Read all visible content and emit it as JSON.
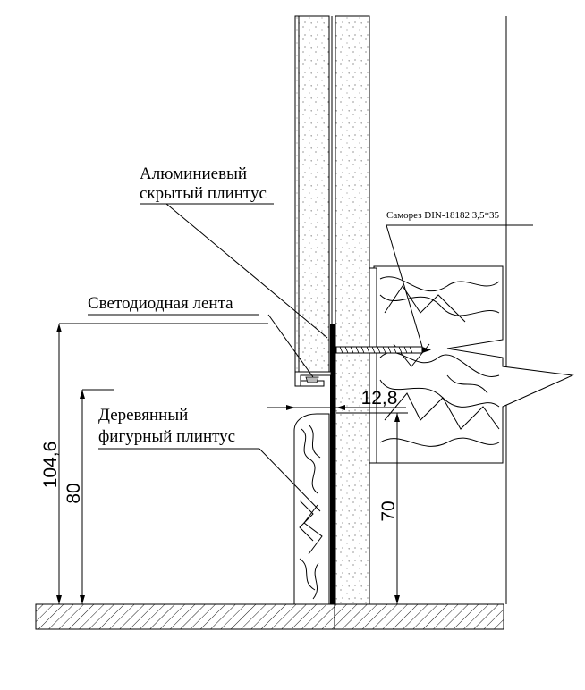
{
  "labels": {
    "aluminum_line1": "Алюминиевый",
    "aluminum_line2": "скрытый плинтус",
    "screw": "Саморез DIN-18182 3,5*35",
    "led": "Светодиодная лента",
    "wood_line1": "Деревянный",
    "wood_line2": "фигурный плинтус"
  },
  "dimensions": {
    "total_height": "104,6",
    "plinth_height": "80",
    "offset": "12,8",
    "lower": "70"
  }
}
